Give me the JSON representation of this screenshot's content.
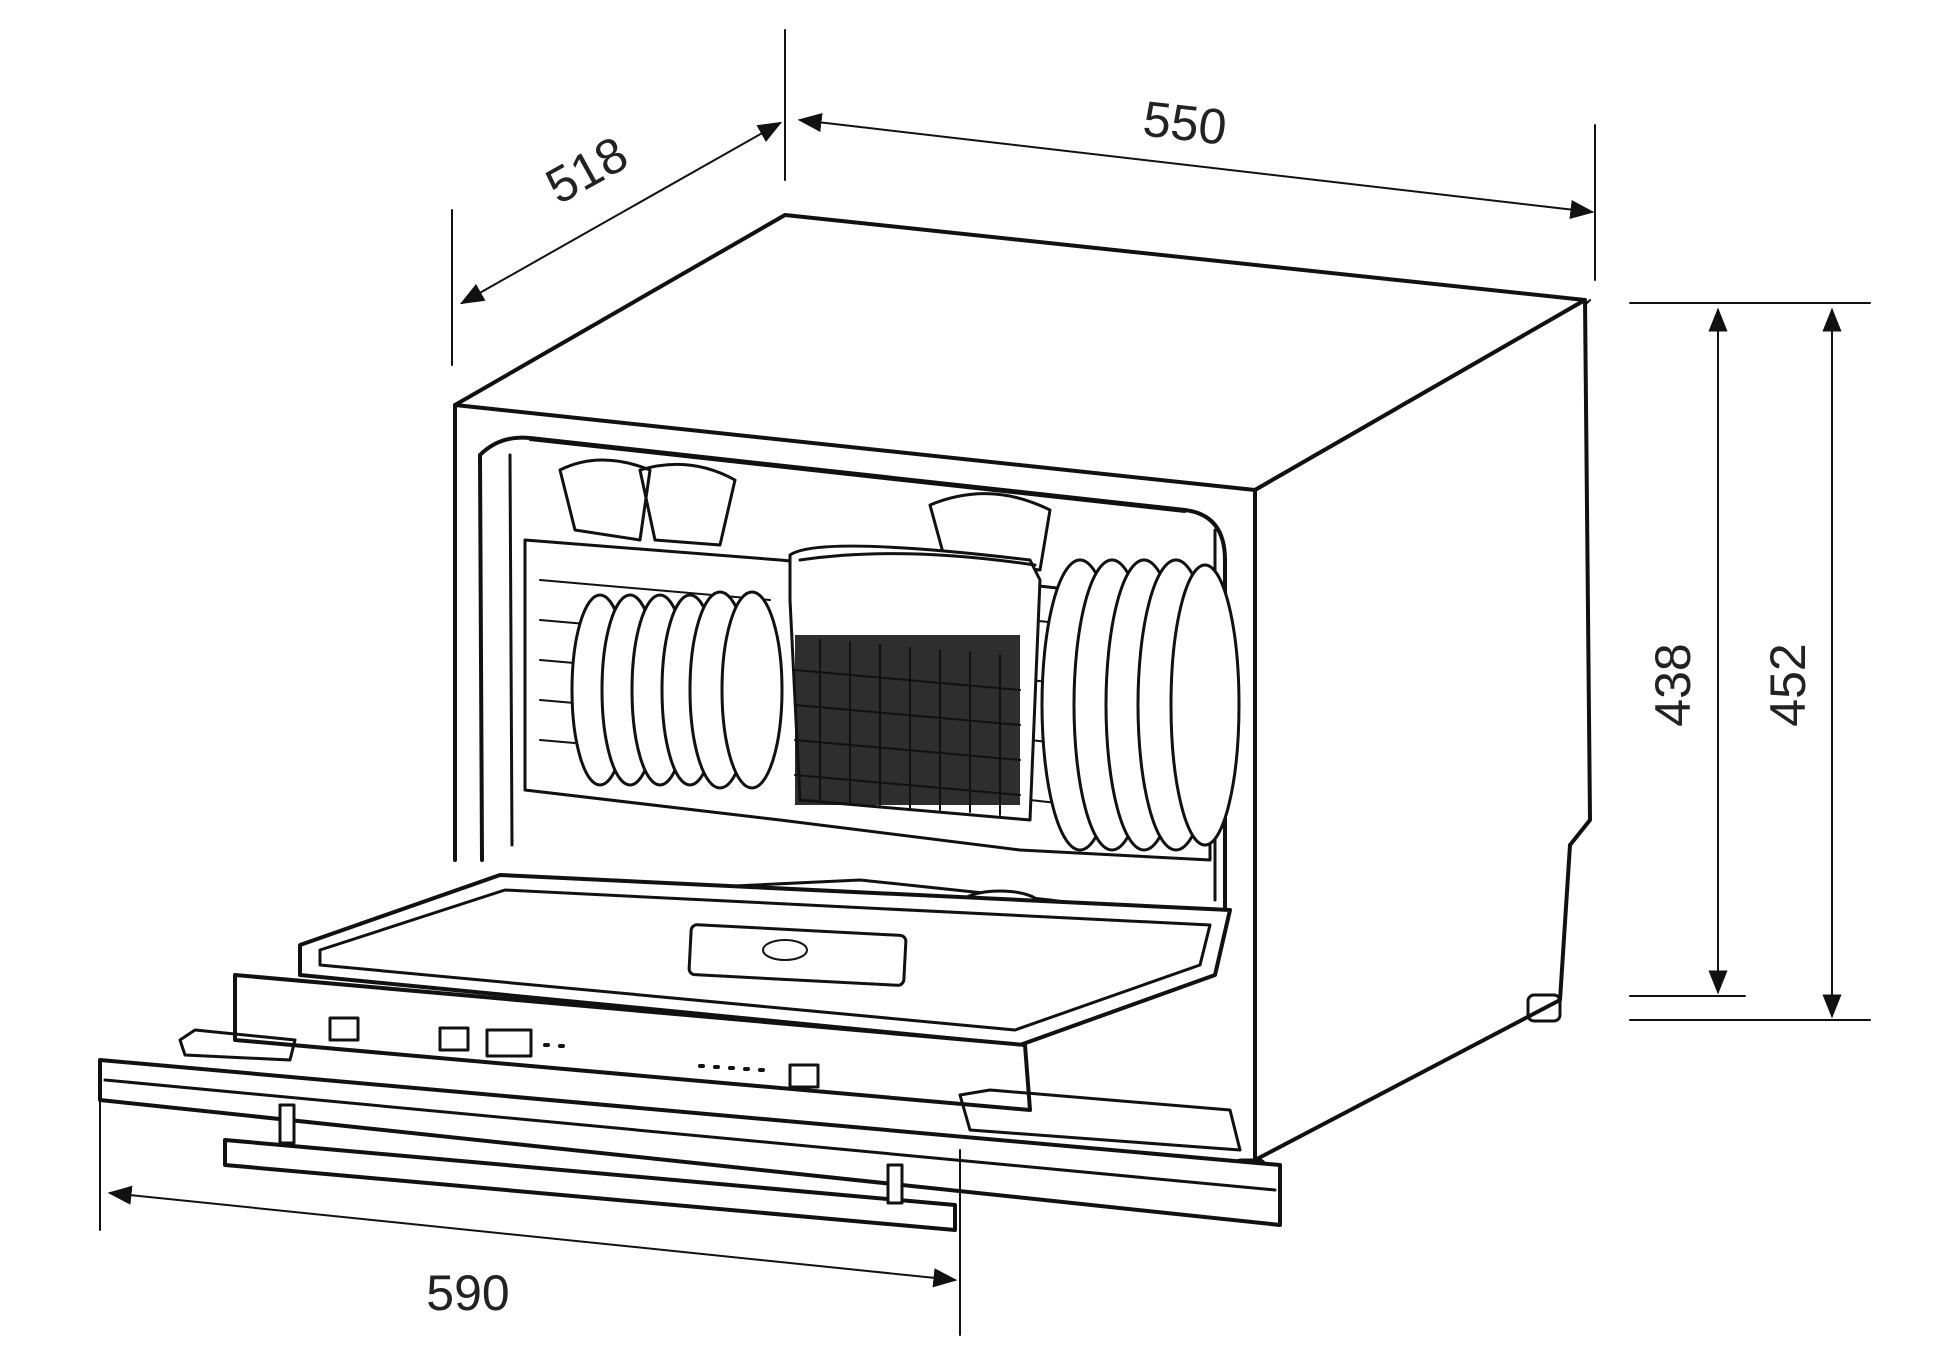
{
  "diagram": {
    "subject": "dishwasher-dimensions",
    "dimensions": {
      "depth": "518",
      "width": "550",
      "height_body": "438",
      "height_total": "452",
      "door_open_depth": "590"
    },
    "colors": {
      "line": "#111111",
      "text": "#222222",
      "background": "#ffffff"
    }
  }
}
